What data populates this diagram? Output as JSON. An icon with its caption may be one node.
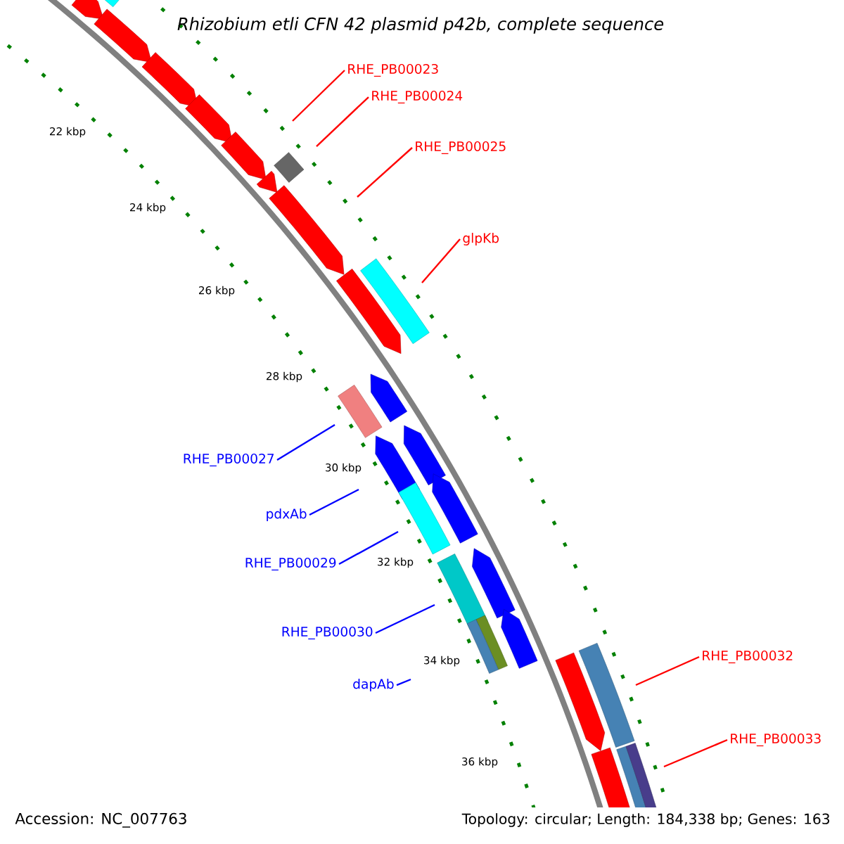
{
  "diagram": {
    "title": "Rhizobium etli CFN 42 plasmid p42b, complete sequence",
    "nodes": [
      {
        "text": [
          "RHE_PB00023"
        ]
      },
      {
        "text": [
          "RHE_PB00024"
        ]
      },
      {
        "text": [
          "RHE_PB00025"
        ]
      },
      {
        "text": [
          "glpKb"
        ]
      },
      {
        "text": [
          "RHE_PB00027"
        ]
      },
      {
        "text": [
          "pdxAb"
        ]
      },
      {
        "text": [
          "RHE_PB00029"
        ]
      },
      {
        "text": [
          "RHE_PB00030"
        ]
      },
      {
        "text": [
          "dapAb"
        ]
      },
      {
        "text": [
          "RHE_PB00032"
        ]
      },
      {
        "text": [
          "RHE_PB00033"
        ]
      }
    ],
    "edges": [
      {
        "from": 0,
        "to": null,
        "arrow": "none"
      },
      {
        "from": 1,
        "to": null,
        "arrow": "none"
      },
      {
        "from": 2,
        "to": null,
        "arrow": "none"
      },
      {
        "from": 3,
        "to": null,
        "arrow": "none"
      },
      {
        "from": 4,
        "to": null,
        "arrow": "none",
        "color": "#0000ff"
      },
      {
        "from": 5,
        "to": null,
        "arrow": "none",
        "color": "#0000ff"
      },
      {
        "from": 6,
        "to": null,
        "arrow": "none",
        "color": "#0000ff"
      },
      {
        "from": 7,
        "to": null,
        "arrow": "none",
        "color": "#0000ff"
      },
      {
        "from": 8,
        "to": null,
        "arrow": "none",
        "color": "#0000ff"
      },
      {
        "from": 9,
        "to": null,
        "arrow": "none"
      },
      {
        "from": 10,
        "to": null,
        "arrow": "none"
      }
    ],
    "labels": [
      "22 kbp",
      "24 kbp",
      "26 kbp",
      "28 kbp",
      "30 kbp",
      "32 kbp",
      "34 kbp",
      "36 kbp",
      "Accession: NC_007763",
      "Topology: circular; Length: 184,338 bp; Genes: 163"
    ]
  }
}
